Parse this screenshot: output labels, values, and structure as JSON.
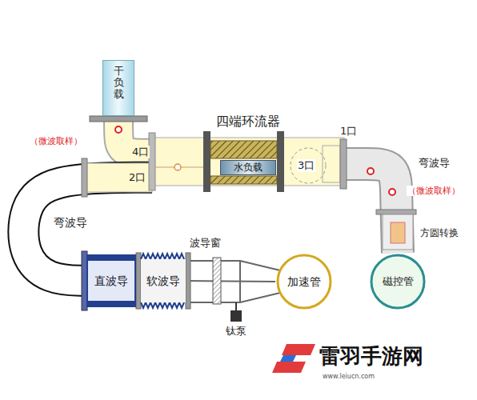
{
  "diagram": {
    "nodes": [
      {
        "text": [
          "干负载"
        ]
      },
      {
        "text": [
          "四端环流器"
        ]
      },
      {
        "text": [
          "水负载"
        ],
        "in": 1
      },
      {
        "text": [
          "磁控管"
        ]
      },
      {
        "text": [
          "直波导"
        ]
      },
      {
        "text": [
          "软波导"
        ]
      },
      {
        "text": [
          "加速管"
        ]
      }
    ],
    "edges": [
      {
        "from": 3,
        "to": 1,
        "arrow": "none"
      },
      {
        "from": 1,
        "to": 0,
        "arrow": "none"
      },
      {
        "from": 1,
        "to": 4,
        "arrow": "none"
      },
      {
        "from": 4,
        "to": 5,
        "arrow": "none"
      },
      {
        "from": 5,
        "to": 6,
        "arrow": "none"
      }
    ],
    "labels": [
      "（微波取样）",
      "4口",
      "2口",
      "3口",
      "1口",
      "弯波导",
      "（微波取样）",
      "弯波导",
      "方圆转换",
      "波导窗",
      "钛泵",
      "雷羽手游网",
      "www.leiucn.com"
    ]
  }
}
